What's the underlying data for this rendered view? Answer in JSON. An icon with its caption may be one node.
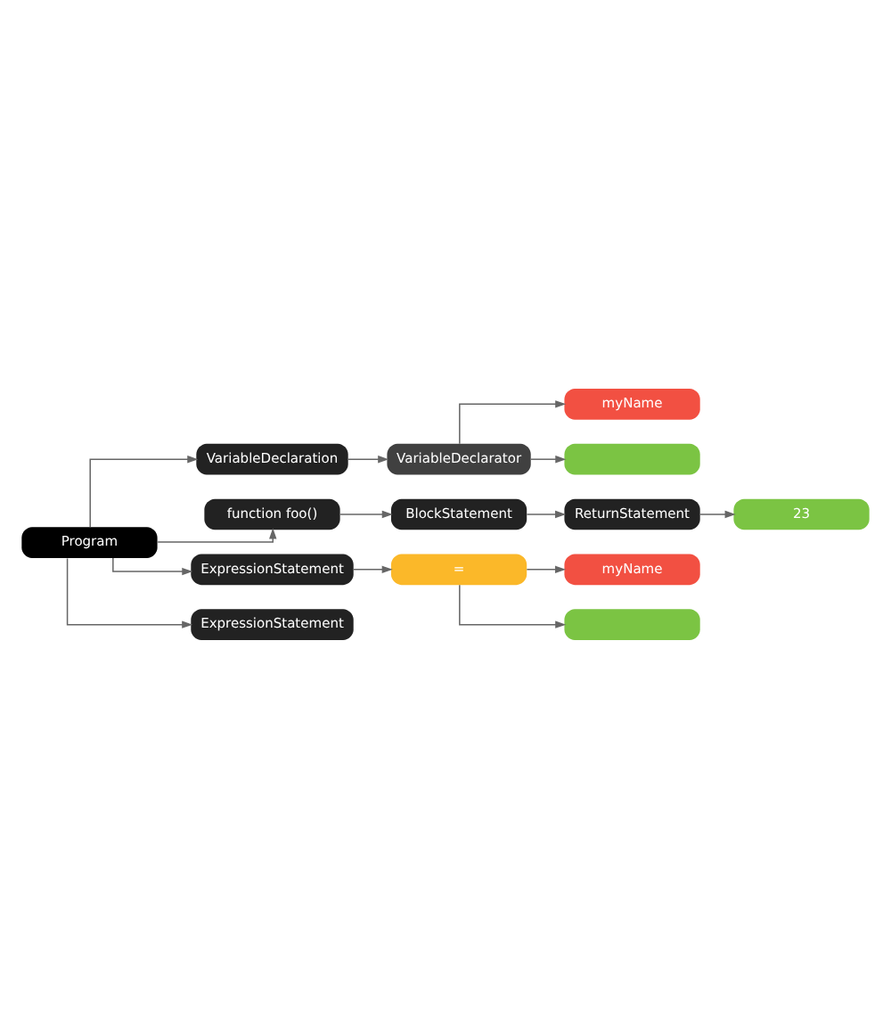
{
  "diagram": {
    "nodes": [
      {
        "text": [
          "Program"
        ]
      },
      {
        "text": [
          "VariableDeclaration"
        ]
      },
      {
        "text": [
          "VariableDeclarator"
        ]
      },
      {
        "text": [
          "myName"
        ]
      },
      {
        "text": [],
        "shape": "box"
      },
      {
        "text": [
          "function foo()"
        ]
      },
      {
        "text": [
          "BlockStatement"
        ]
      },
      {
        "text": [
          "ReturnStatement"
        ]
      },
      {
        "text": [
          "23"
        ]
      },
      {
        "text": [
          "ExpressionStatement"
        ]
      },
      {
        "text": [
          "="
        ]
      },
      {
        "text": [
          "myName"
        ]
      },
      {
        "text": [],
        "shape": "box"
      },
      {
        "text": [
          "ExpressionStatement"
        ]
      }
    ],
    "edges": [
      {
        "from": 0,
        "to": 1,
        "arrow": "to"
      },
      {
        "from": 1,
        "to": 2,
        "arrow": "to"
      },
      {
        "from": 2,
        "to": 3,
        "arrow": "to"
      },
      {
        "from": 2,
        "to": 4,
        "arrow": "to"
      },
      {
        "from": 0,
        "to": 5,
        "arrow": "to"
      },
      {
        "from": 5,
        "to": 6,
        "arrow": "to"
      },
      {
        "from": 6,
        "to": 7,
        "arrow": "to"
      },
      {
        "from": 7,
        "to": 8,
        "arrow": "to"
      },
      {
        "from": 0,
        "to": 9,
        "arrow": "to"
      },
      {
        "from": 9,
        "to": 10,
        "arrow": "to"
      },
      {
        "from": 10,
        "to": 11,
        "arrow": "to"
      },
      {
        "from": 10,
        "to": 12,
        "arrow": "to"
      },
      {
        "from": 0,
        "to": 13,
        "arrow": "to"
      }
    ]
  }
}
